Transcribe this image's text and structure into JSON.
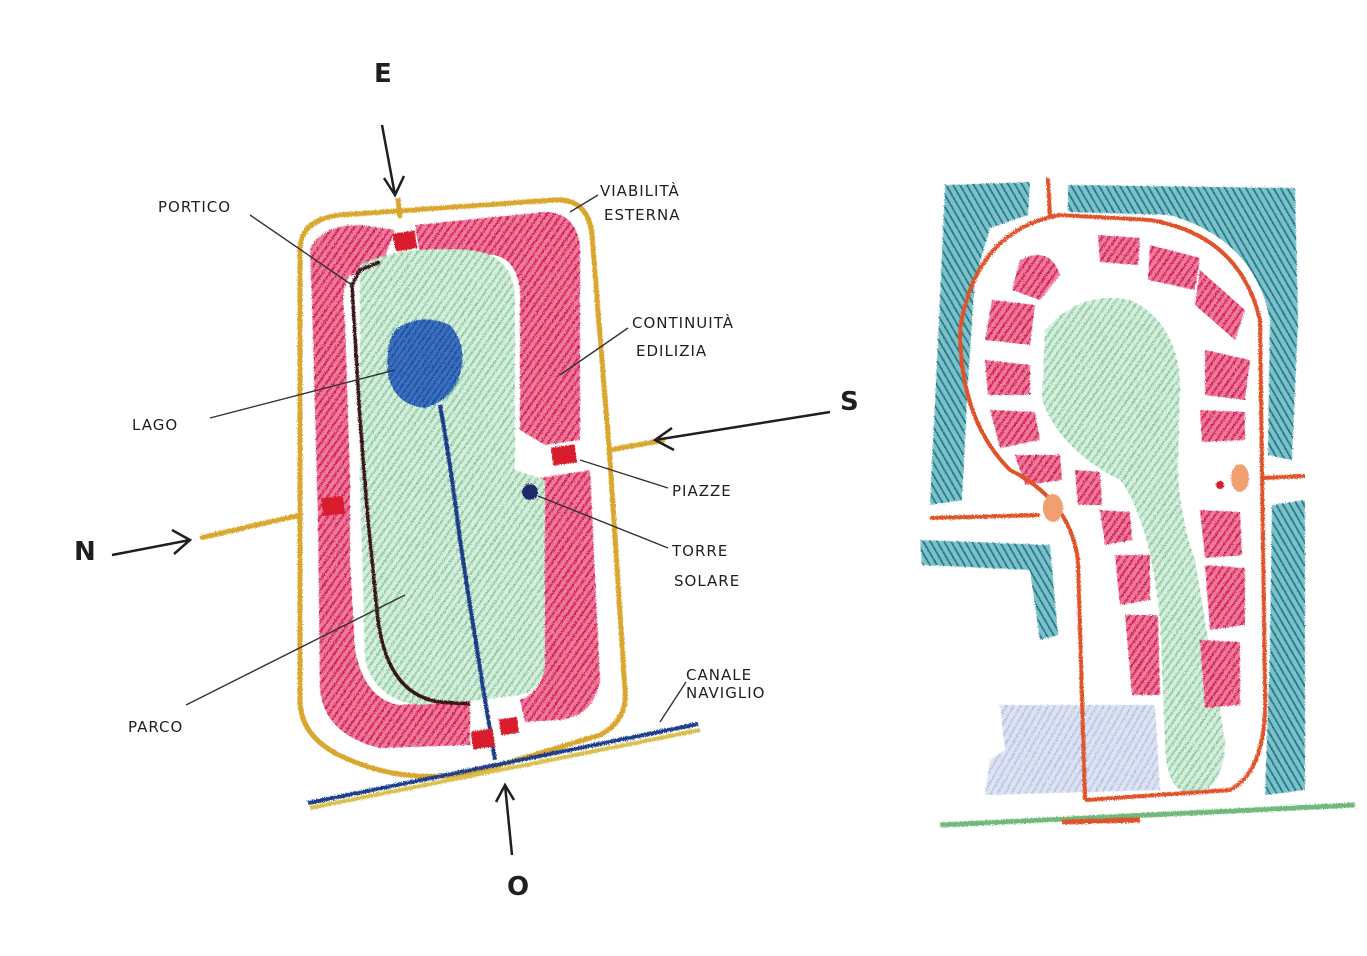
{
  "colors": {
    "paper": "#ffffff",
    "perimeter_road": "#d9a62e",
    "buildings": "#d8245a",
    "buildings_light": "#ec6f92",
    "park": "#8fcfa4",
    "lake": "#2458a8",
    "canal": "#1e3c8a",
    "portico_path": "#2a1a1a",
    "piazze": "#d81e2e",
    "tower": "#1b2a6b",
    "orange_road": "#e0522a",
    "teal_blocks": "#2b8a9a",
    "grey_blocks": "#b8c4e0",
    "green_ground": "#6fb97a"
  },
  "left_diagram": {
    "compass": {
      "east": "E",
      "south": "S",
      "north": "N",
      "west": "O"
    },
    "labels": {
      "portico": "PORTICO",
      "viabilita": "VIABILITÀ",
      "viabilita_2": "ESTERNA",
      "continuita": "CONTINUITÀ",
      "continuita_2": "EDILIZIA",
      "lago": "LAGO",
      "piazze": "PIAZZE",
      "torre": "TORRE",
      "torre_2": "SOLARE",
      "parco": "PARCO",
      "canale": "CANALE",
      "canale_2": "NAVIGLIO"
    }
  },
  "right_diagram": {
    "description_visible": ""
  }
}
